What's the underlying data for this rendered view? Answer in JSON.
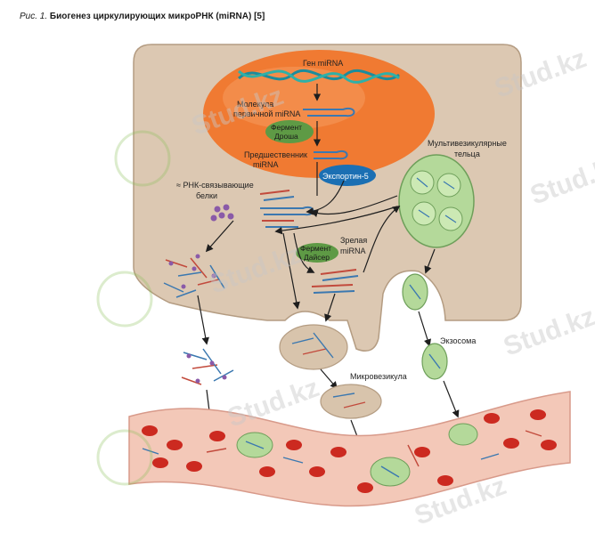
{
  "figure": {
    "number": "Рис. 1.",
    "title": "Биогенез циркулирующих микроРНК (miRNA) [5]"
  },
  "labels": {
    "gene": "Ген miRNA",
    "primary_line1": "Молекула",
    "primary_line2": "первичной miRNA",
    "drosha_line1": "Фермент",
    "drosha_line2": "Дроша",
    "precursor_line1": "Предшественник",
    "precursor_line2": "miRNA",
    "exportin": "Экспортин-5",
    "mvb_line1": "Мультивезикулярные",
    "mvb_line2": "тельца",
    "rbp_line1": "≈ РНК-связывающие",
    "rbp_line2": "белки",
    "dicer_line1": "Фермент",
    "dicer_line2": "Дайсер",
    "mature_line1": "Зрелая",
    "mature_line2": "miRNA",
    "exosome": "Экзосома",
    "microvesicle": "Микровезикула"
  },
  "watermark": "Stud.kz",
  "colors": {
    "cell": "#dcc8b2",
    "nucleus": "#f07a32",
    "vessel": "#f3c8b8",
    "rbc": "#cc2a20",
    "vesicle_green": "#b4d99a",
    "exportin": "#1b6fb3",
    "enzyme": "#5e9a45"
  }
}
